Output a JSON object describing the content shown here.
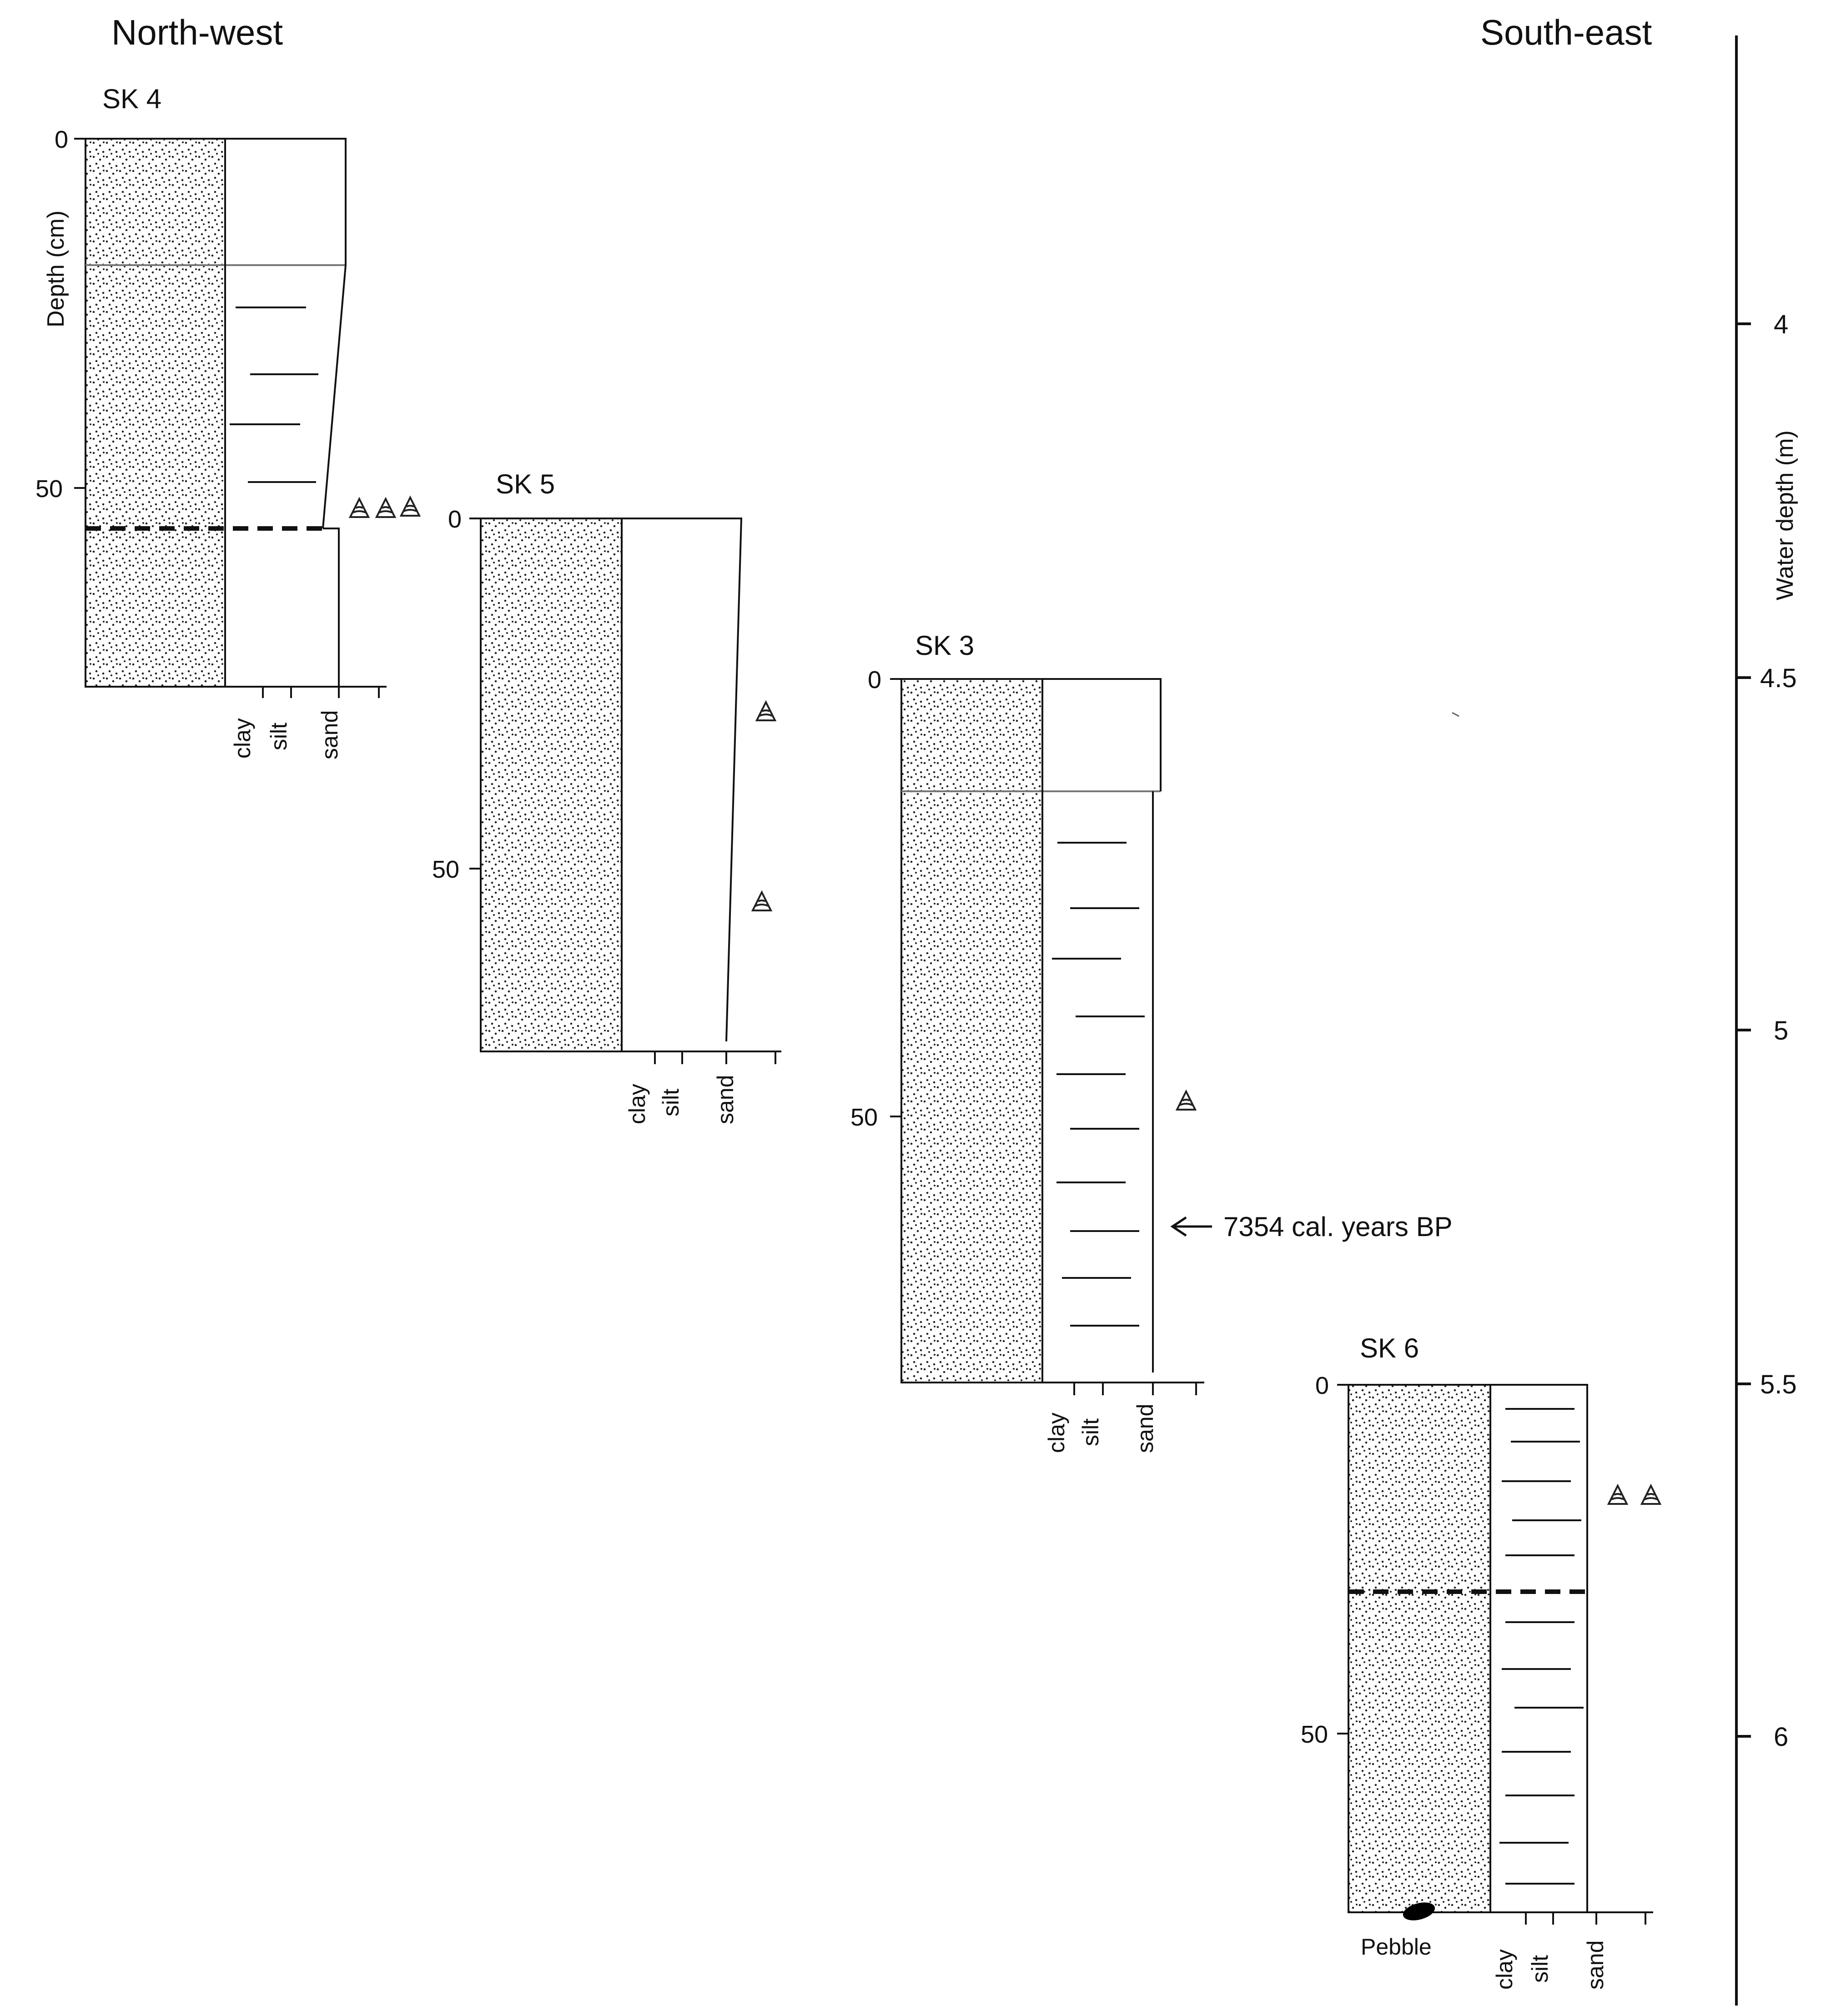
{
  "headers": {
    "left": "North-west",
    "right": "South-east"
  },
  "depth_axis_title": "Depth (cm)",
  "water_axis": {
    "title": "Water depth (m)",
    "ticks": [
      "4",
      "4.5",
      "5",
      "5.5",
      "6"
    ]
  },
  "grain_labels": [
    "clay",
    "silt",
    "sand"
  ],
  "cores": [
    {
      "id": "SK 4",
      "depth_ticks": [
        "0",
        "50"
      ]
    },
    {
      "id": "SK 5",
      "depth_ticks": [
        "0",
        "50"
      ]
    },
    {
      "id": "SK 3",
      "depth_ticks": [
        "0",
        "50"
      ],
      "date_annotation": "7354 cal. years BP"
    },
    {
      "id": "SK 6",
      "depth_ticks": [
        "0",
        "50"
      ],
      "pebble_label": "Pebble"
    }
  ],
  "symbols": {
    "shell": "shell-icon",
    "pebble": "pebble-icon",
    "lamination": "lamination-mark"
  }
}
